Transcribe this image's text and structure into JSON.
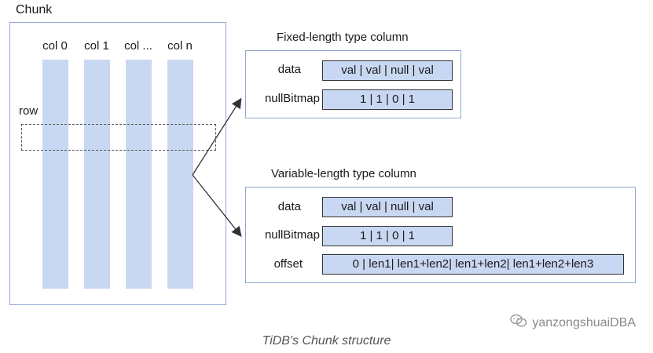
{
  "chunk": {
    "title": "Chunk",
    "columns": [
      "col 0",
      "col 1",
      "col ...",
      "col n"
    ],
    "row_label": "row"
  },
  "fixed": {
    "title": "Fixed-length type column",
    "data_label": "data",
    "data_value": "val | val | null | val",
    "bitmap_label": "nullBitmap",
    "bitmap_value": "1   |  1  |   0   |  1"
  },
  "variable": {
    "title": "Variable-length type column",
    "data_label": "data",
    "data_value": "val | val | null | val",
    "bitmap_label": "nullBitmap",
    "bitmap_value": "1   |  1  |   0   |  1",
    "offset_label": "offset",
    "offset_value": "0 | len1| len1+len2| len1+len2| len1+len2+len3"
  },
  "watermark": "yanzongshuaiDBA",
  "caption": "TiDB's Chunk structure",
  "colors": {
    "column_fill": "#c9d8f2",
    "border": "#8fa6cf"
  },
  "icons": {
    "watermark_icon": "wechat-icon"
  }
}
